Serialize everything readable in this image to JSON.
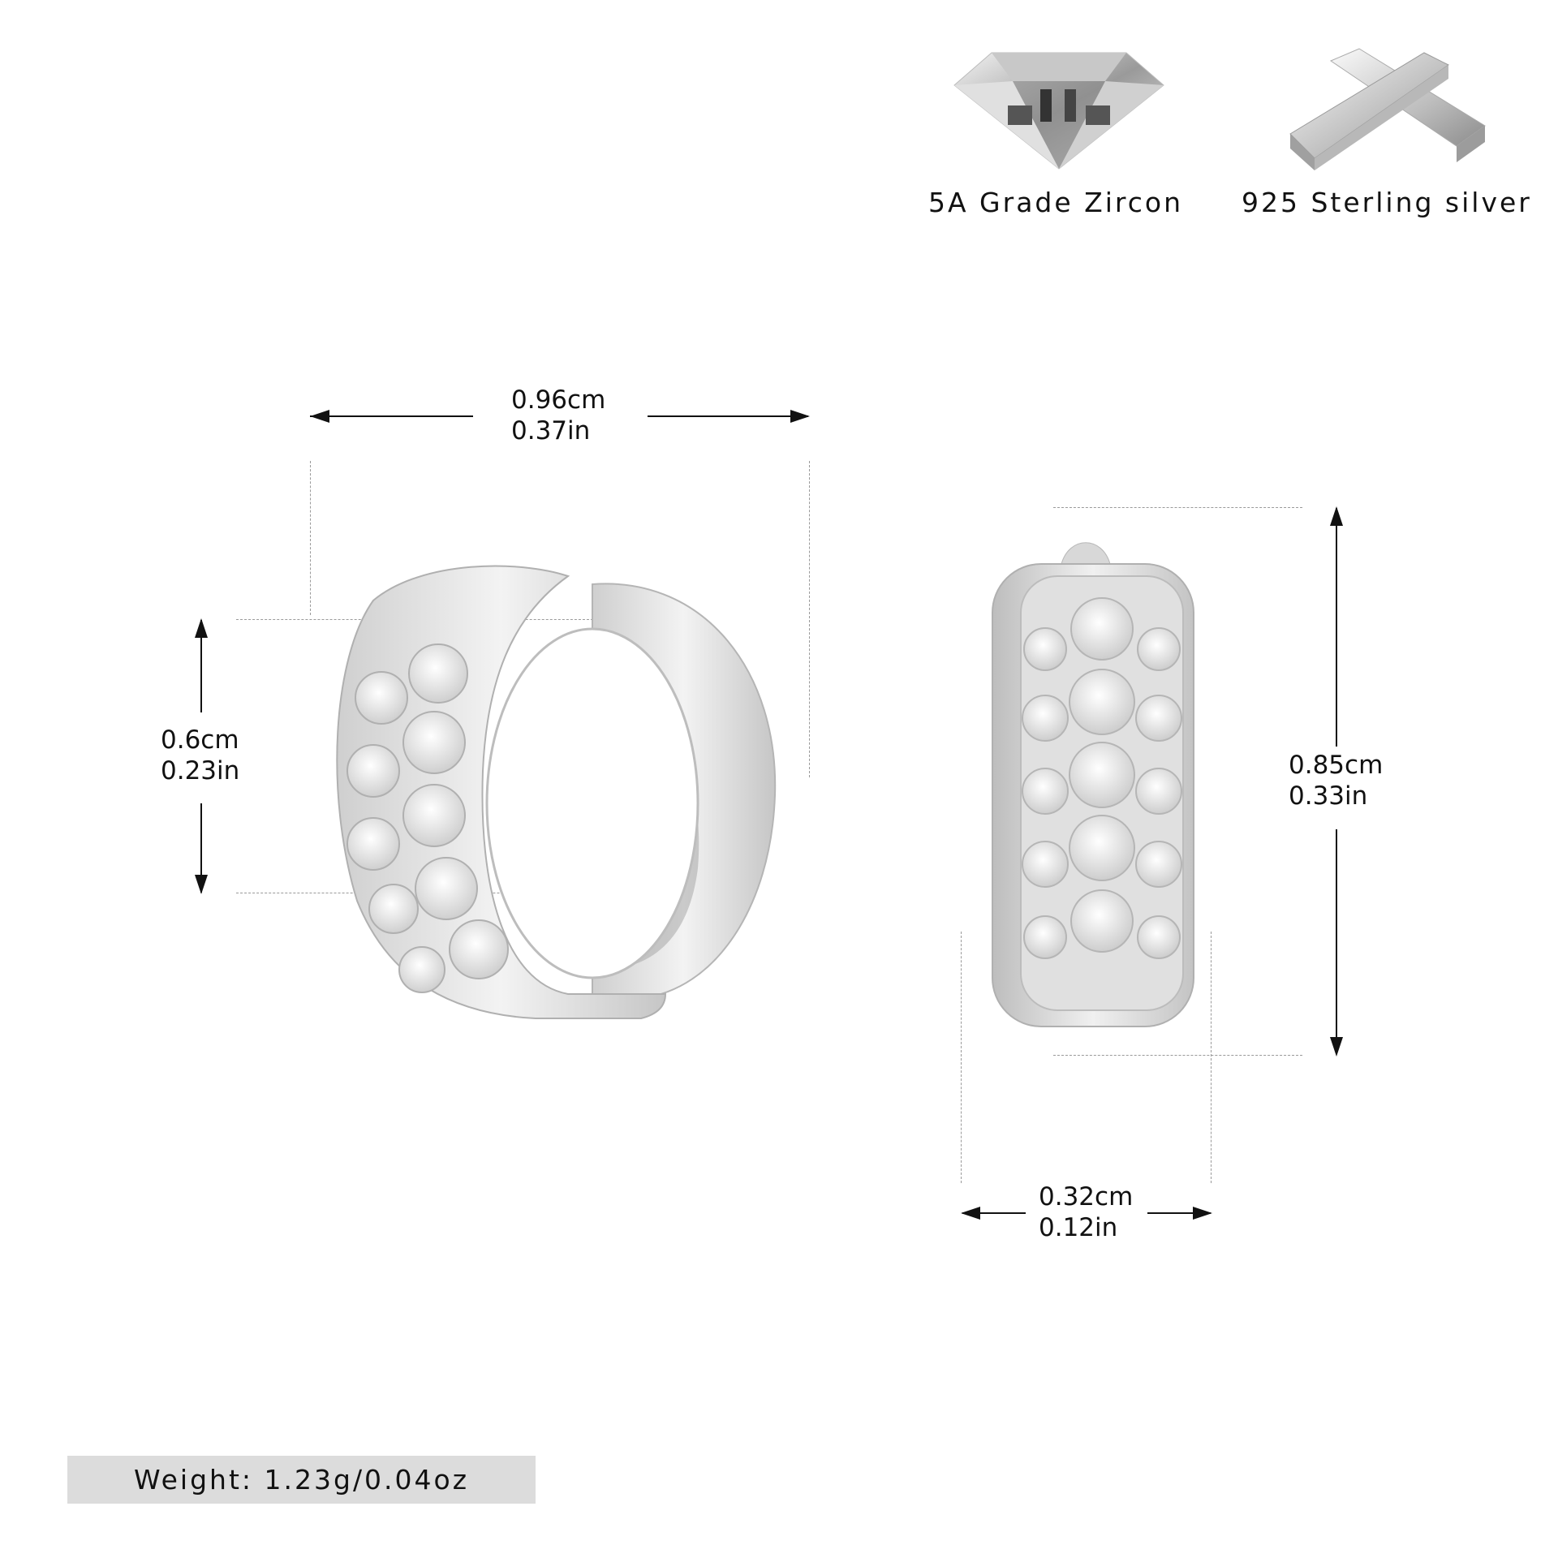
{
  "features": [
    {
      "label": "5A Grade Zircon",
      "icon": "diamond-icon"
    },
    {
      "label": "925 Sterling silver",
      "icon": "silver-bars-icon"
    }
  ],
  "dimensions": {
    "width": {
      "cm": "0.96cm",
      "in": "0.37in"
    },
    "inner_height": {
      "cm": "0.6cm",
      "in": "0.23in"
    },
    "side_height": {
      "cm": "0.85cm",
      "in": "0.33in"
    },
    "thickness": {
      "cm": "0.32cm",
      "in": "0.12in"
    }
  },
  "weight": {
    "label": "Weight: 1.23g/0.04oz"
  },
  "colors": {
    "background": "#ffffff",
    "weight_box": "#dcdcdc",
    "text": "#111111",
    "dash": "#9a9a9a",
    "metal": "#d9d9d9"
  }
}
